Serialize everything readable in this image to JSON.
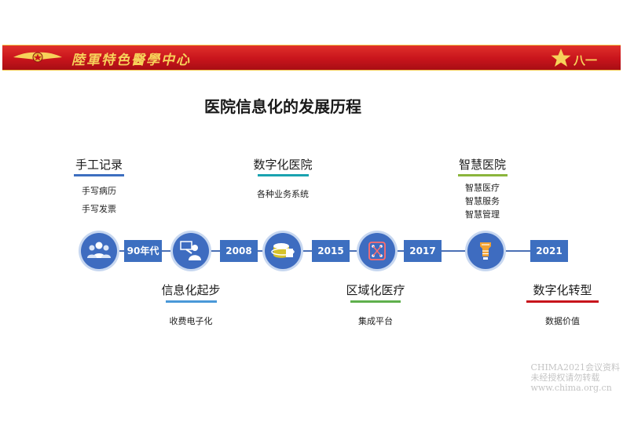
{
  "banner": {
    "title": "陸軍特色醫學中心",
    "emblem_text": "八一"
  },
  "page_title": "医院信息化的发展历程",
  "years": [
    "90年代",
    "2008",
    "2015",
    "2017",
    "2021"
  ],
  "stages": [
    {
      "title": "手工记录",
      "items": [
        "手写病历",
        "手写发票"
      ],
      "underline": "#3d6fc0"
    },
    {
      "title": "信息化起步",
      "items": [
        "收费电子化"
      ],
      "underline": "#4a98d8"
    },
    {
      "title": "数字化医院",
      "items": [
        "各种业务系统"
      ],
      "underline": "#1aa3b0"
    },
    {
      "title": "区域化医疗",
      "items": [
        "集成平台"
      ],
      "underline": "#5fb04d"
    },
    {
      "title": "智慧医院",
      "items": [
        "智慧医疗",
        "智慧服务",
        "智慧管理"
      ],
      "underline": "#8bb53c"
    },
    {
      "title": "数字化转型",
      "items": [
        "数据价值"
      ],
      "underline": "#c8141c"
    }
  ],
  "icons": [
    "users-icon",
    "presenter-icon",
    "database-icon",
    "circuit-icon",
    "lightbulb-icon"
  ],
  "watermark": {
    "line1": "CHIMA2021会议资料",
    "line2": "未经授权请勿转载",
    "line3": "www.chima.org.cn"
  },
  "colors": {
    "banner_red": "#c8141c",
    "banner_gold": "#f7d25a",
    "node_blue": "#3e6cc0",
    "line_blue": "#4a6fb5"
  }
}
